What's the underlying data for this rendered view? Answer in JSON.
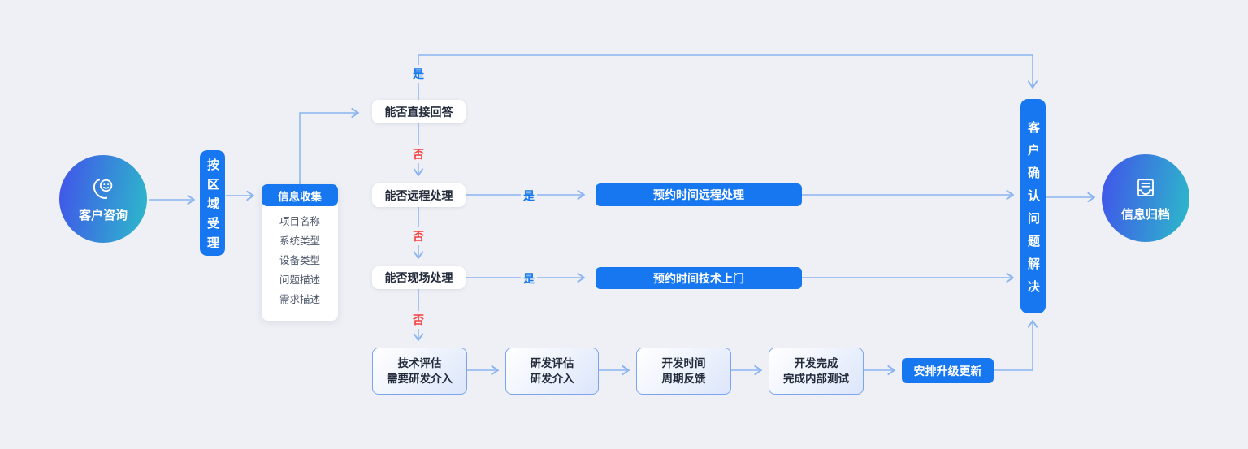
{
  "edge_labels": {
    "yes": "是",
    "no": "否"
  },
  "nodes": {
    "customer_inquiry": {
      "label": "客户咨询"
    },
    "region_intake": {
      "label": "按区域受理"
    },
    "info_collect": {
      "title": "信息收集",
      "items": [
        "项目名称",
        "系统类型",
        "设备类型",
        "问题描述",
        "需求描述"
      ]
    },
    "can_answer_directly": {
      "label": "能否直接回答"
    },
    "can_remote_handle": {
      "label": "能否远程处理"
    },
    "can_onsite_handle": {
      "label": "能否现场处理"
    },
    "schedule_remote": {
      "label": "预约时间远程处理"
    },
    "schedule_onsite": {
      "label": "预约时间技术上门"
    },
    "tech_assessment": {
      "line1": "技术评估",
      "line2": "需要研发介入"
    },
    "rd_evaluation": {
      "line1": "研发评估",
      "line2": "研发介入"
    },
    "dev_schedule": {
      "line1": "开发时间",
      "line2": "周期反馈"
    },
    "dev_complete": {
      "line1": "开发完成",
      "line2": "完成内部测试"
    },
    "arrange_upgrade": {
      "label": "安排升级更新"
    },
    "customer_confirm": {
      "label": "客户确认问题解决"
    },
    "info_archive": {
      "label": "信息归档"
    }
  },
  "colors": {
    "background": "#eef0f5",
    "primary_blue": "#1677f0",
    "connector_line": "#8ab4f2",
    "arrowhead": "#4a8df2",
    "yes_label": "#1677f0",
    "no_label": "#f53f3f",
    "circle_gradient_start": "#4057e9",
    "circle_gradient_end": "#2db6cb",
    "grad_box_border": "#7ca4ef"
  }
}
